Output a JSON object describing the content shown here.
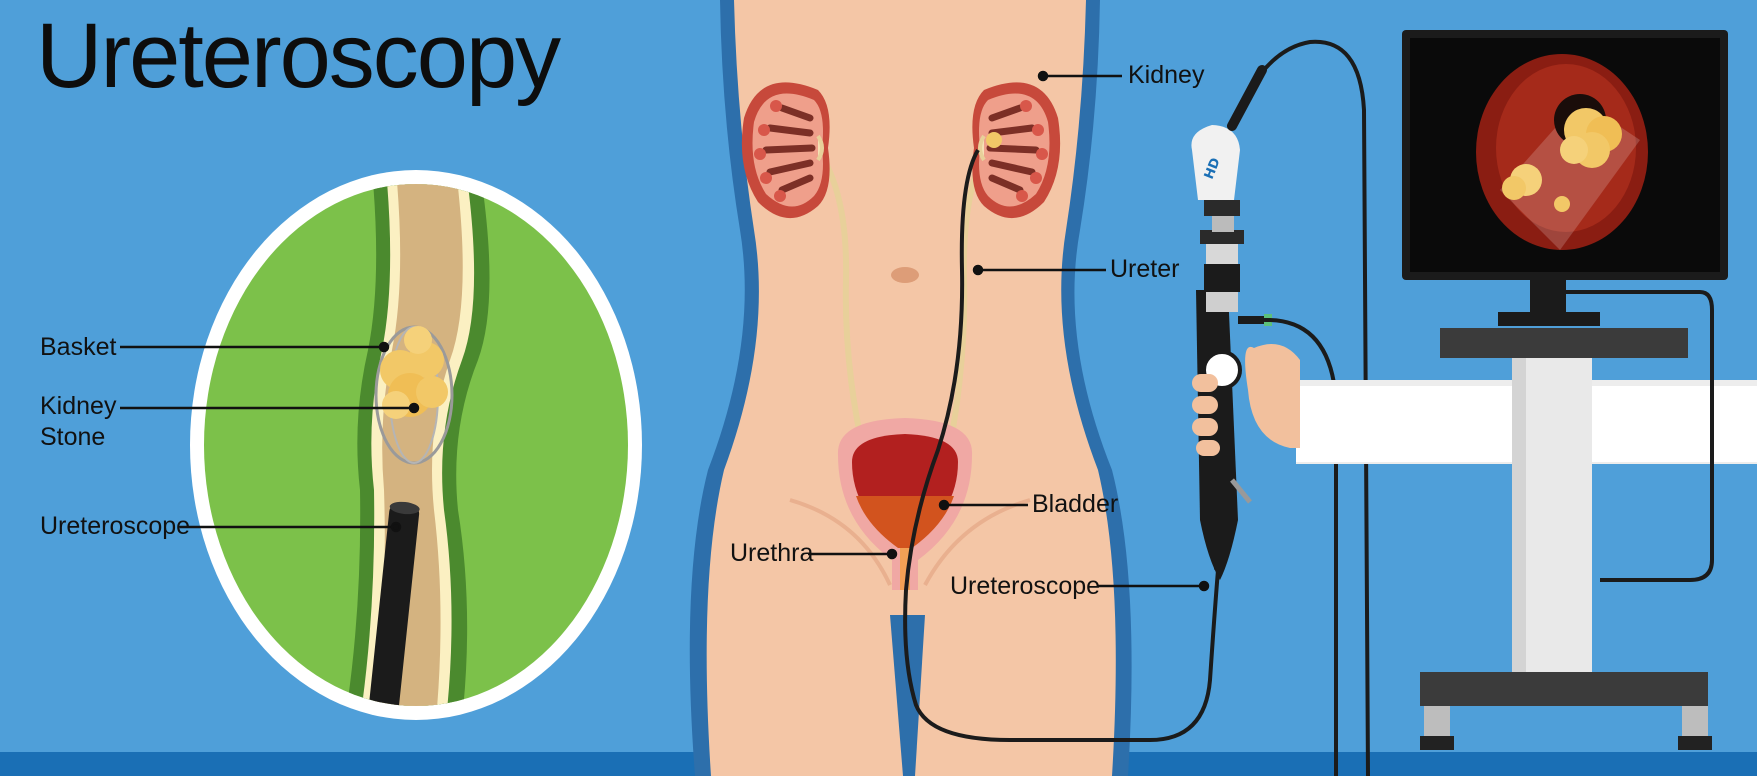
{
  "title": "Ureteroscopy",
  "labels": {
    "basket": "Basket",
    "kidney_stone": "Kidney\nStone",
    "ureteroscope_inset": "Ureteroscope",
    "kidney": "Kidney",
    "ureter": "Ureter",
    "bladder": "Bladder",
    "urethra": "Urethra",
    "ureteroscope_main": "Ureteroscope"
  },
  "device_brand": "HD",
  "colors": {
    "background": "#4f9fd9",
    "floor": "#1a6fb5",
    "skin": "#f4c6a6",
    "inset_tissue": "#7cc14a",
    "kidney": "#d65f47",
    "bladder": "#b2201f",
    "stone": "#f2c867",
    "scope": "#1b1b1b"
  }
}
